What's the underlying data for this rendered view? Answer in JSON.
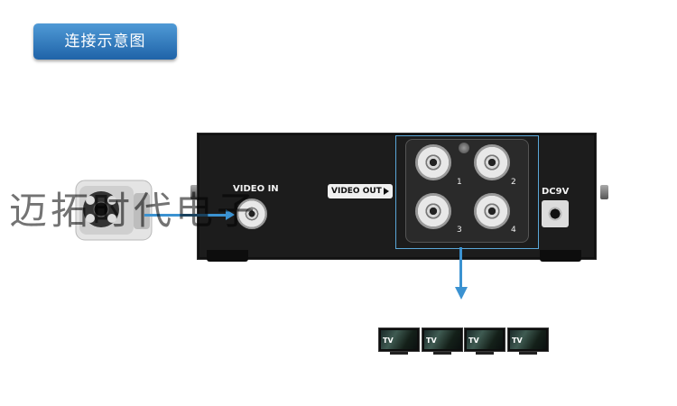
{
  "title": "连接示意图",
  "device": {
    "video_in_label": "VIDEO IN",
    "video_out_label": "VIDEO OUT",
    "dc_label": "DC9V",
    "ports": [
      "1",
      "2",
      "3",
      "4"
    ]
  },
  "tv_label": "TV",
  "tv_count": 4,
  "watermark": "迈拓时代电子",
  "colors": {
    "arrow": "#3b92d1",
    "badge_top": "#4f9ad6",
    "badge_bottom": "#1f63a8"
  }
}
